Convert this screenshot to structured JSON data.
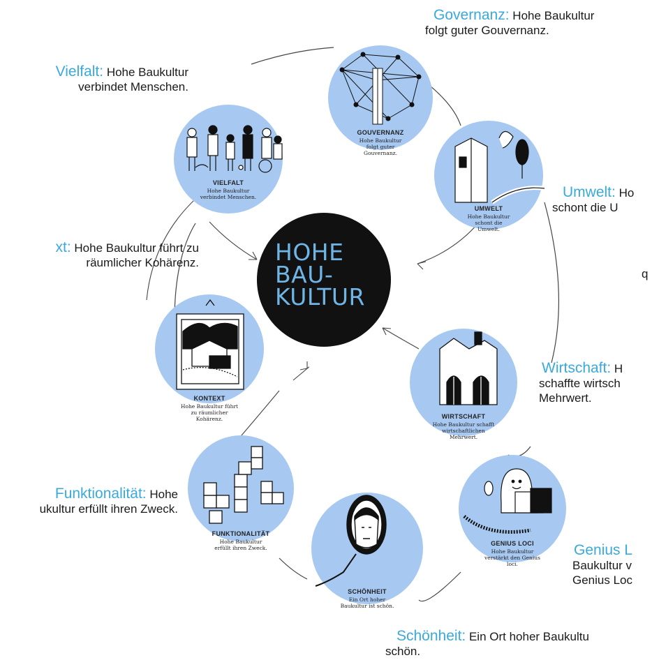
{
  "center": {
    "lines": [
      "HOHE",
      "BAU-",
      "KULTUR"
    ]
  },
  "colors": {
    "circle": "#a6c8f1",
    "center": "#111111",
    "title": "#3aa9dc",
    "center_text": "#6fb6e6"
  },
  "nodes": [
    {
      "id": "gouvernanz",
      "icon": "network-tower-icon",
      "caption_title": "GOUVERNANZ",
      "caption_desc": "Hohe Baukultur folgt guter Gouvernanz.",
      "label_title": "Governanz:",
      "label_lines": [
        " Hohe Baukultur",
        "folgt guter Gouvernanz."
      ]
    },
    {
      "id": "umwelt",
      "icon": "building-with-trees-icon",
      "caption_title": "UMWELT",
      "caption_desc": "Hohe Baukultur schont die Umwelt.",
      "label_title": "Umwelt:",
      "label_lines": [
        " Ho",
        "schont die U"
      ]
    },
    {
      "id": "wirtschaft",
      "icon": "factory-icon",
      "caption_title": "WIRTSCHAFT",
      "caption_desc": "Hohe Baukultur schafft wirtschaftlichen Mehrwert.",
      "label_title": "Wirtschaft:",
      "label_lines": [
        " H",
        "schaffte wirtsch",
        "Mehrwert."
      ]
    },
    {
      "id": "genius",
      "icon": "ghost-house-icon",
      "caption_title": "GENIUS LOCI",
      "caption_desc": "Hohe Baukultur verstärkt den Genius loci.",
      "label_title": "Genius L",
      "label_lines": [
        "",
        "Baukultur v",
        "Genius Loc"
      ]
    },
    {
      "id": "schoenheit",
      "icon": "hand-mirror-icon",
      "caption_title": "SCHÖNHEIT",
      "caption_desc": "Ein Ort hoher Baukultur ist schön.",
      "label_title": "Schönheit:",
      "label_lines": [
        " Ein Ort hoher Baukultu",
        "schön."
      ]
    },
    {
      "id": "funktionalitaet",
      "icon": "stacked-cubes-icon",
      "caption_title": "FUNKTIONALITÄT",
      "caption_desc": "Hohe Baukultur erfüllt ihren Zweck.",
      "label_title": "Funktionalität:",
      "label_lines": [
        " Hohe",
        "ukultur erfüllt ihren Zweck."
      ]
    },
    {
      "id": "kontext",
      "icon": "framed-landscape-icon",
      "caption_title": "KONTEXT",
      "caption_desc": "Hohe Baukultur führt zu räumlicher Kohärenz.",
      "label_title": "xt:",
      "label_lines": [
        " Hohe Baukultur führt zu",
        "räumlicher Kohärenz."
      ]
    },
    {
      "id": "vielfalt",
      "icon": "people-group-icon",
      "caption_title": "VIELFALT",
      "caption_desc": "Hohe Baukultur verbindet Menschen.",
      "label_title": "Vielfalt:",
      "label_lines": [
        " Hohe Baukultur",
        "verbindet Menschen."
      ]
    }
  ],
  "stray_text": "q"
}
